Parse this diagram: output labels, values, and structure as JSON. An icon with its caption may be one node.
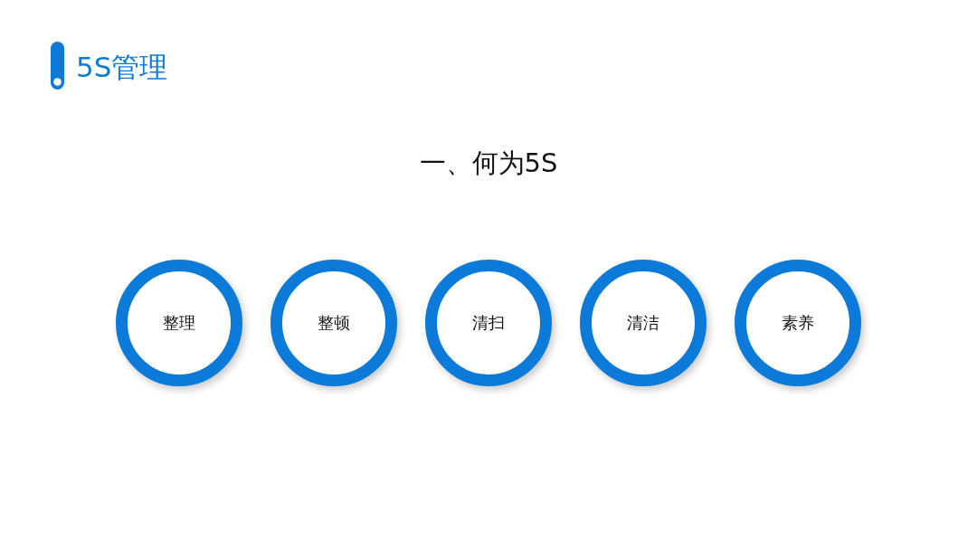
{
  "diagram": {
    "title": "5S管理",
    "nodes": [
      {
        "text": [
          "整理"
        ]
      },
      {
        "text": [
          "整顿"
        ]
      },
      {
        "text": [
          "清扫"
        ]
      },
      {
        "text": [
          "清洁"
        ]
      },
      {
        "text": [
          "素养"
        ]
      }
    ],
    "labels": [
      "一、何为5S"
    ]
  }
}
